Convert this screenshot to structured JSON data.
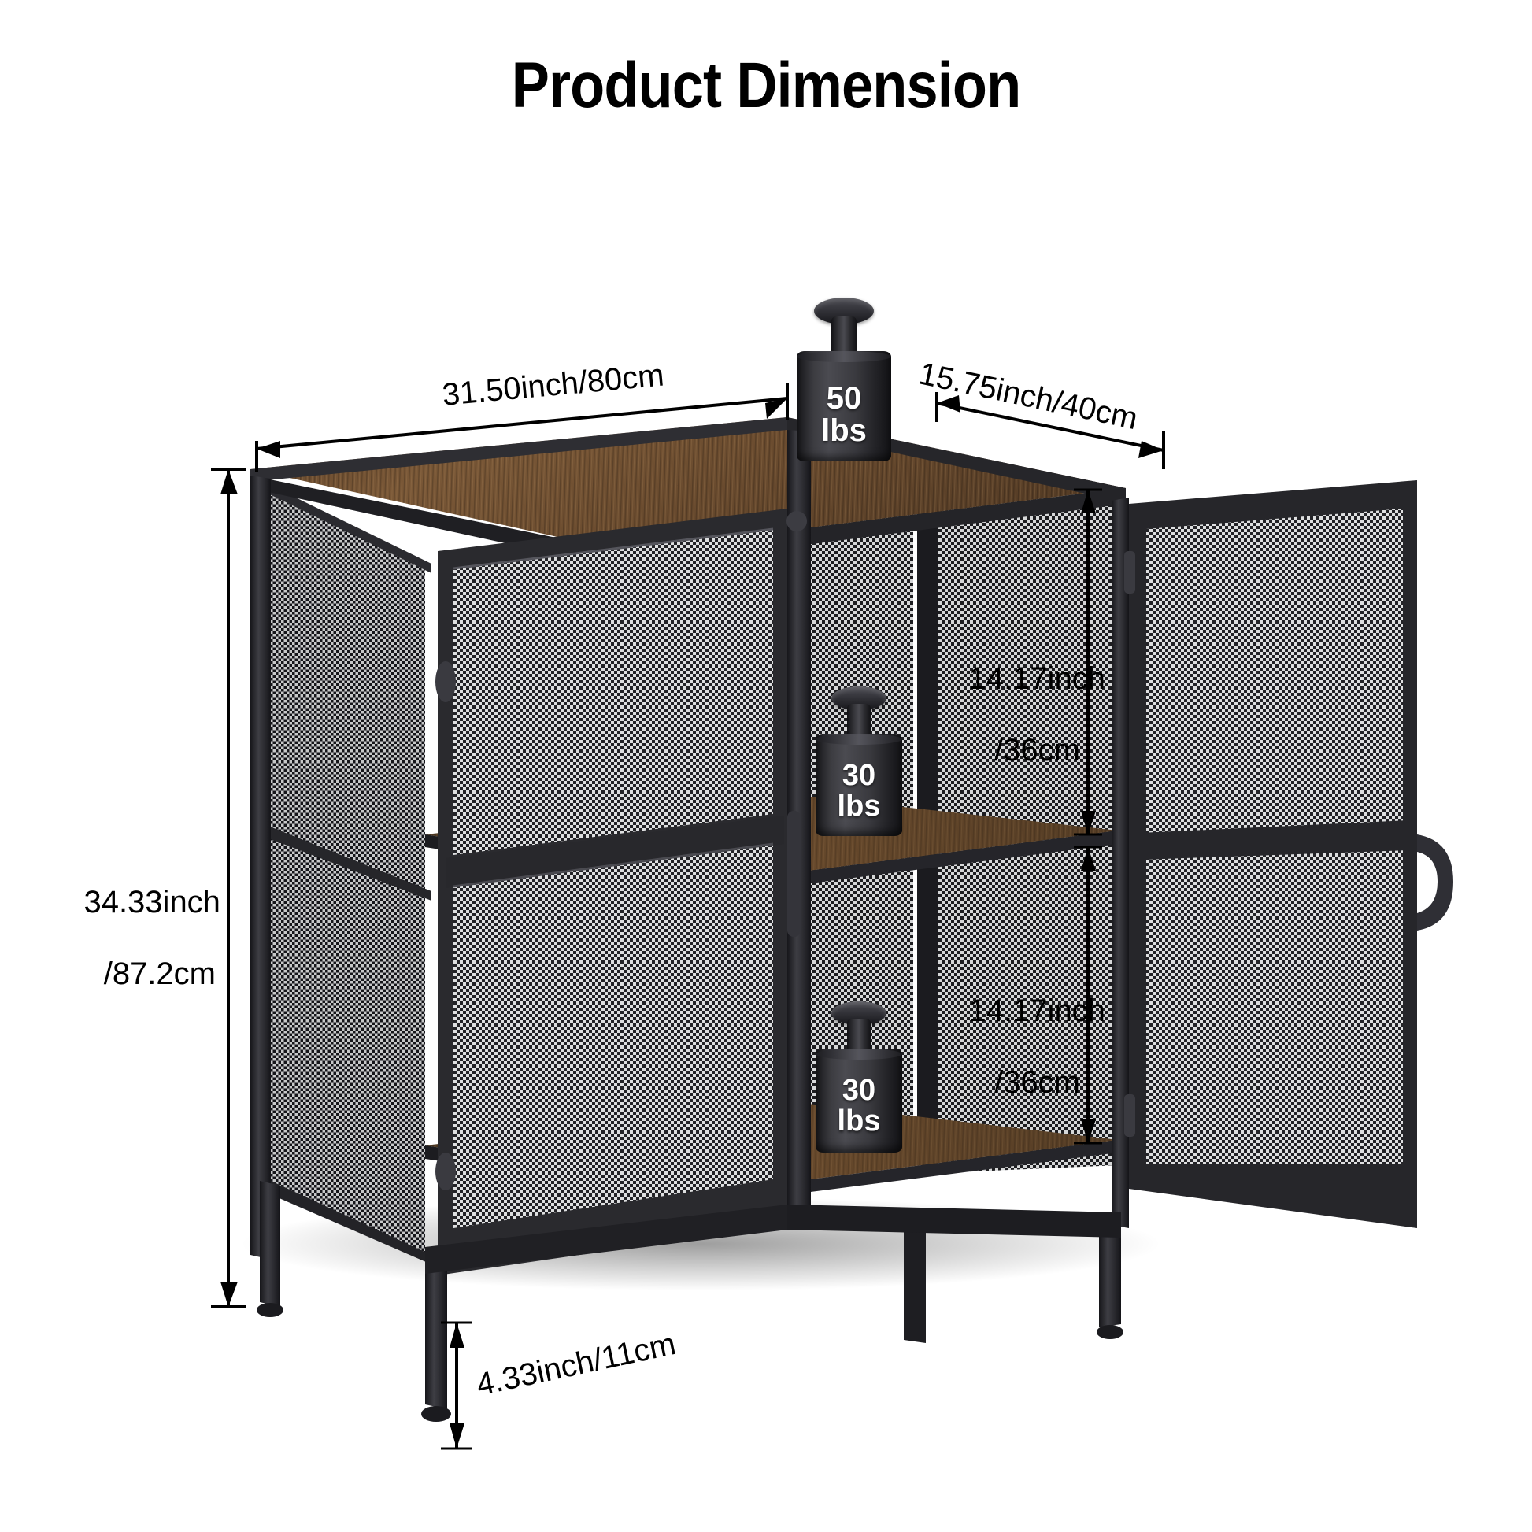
{
  "page": {
    "title": "Product Dimension",
    "background": "#ffffff"
  },
  "colors": {
    "text": "#000000",
    "frame": "#26262a",
    "wood": "#6d4f33",
    "wood_dark": "#4a361f",
    "mesh": "#d9dadb",
    "weight_label": "#ffffff"
  },
  "dimensions": {
    "width": {
      "label": "31.50inch/80cm",
      "name": "width-dimension"
    },
    "depth": {
      "label": "15.75inch/40cm",
      "name": "depth-dimension"
    },
    "height": {
      "line1": "34.33inch",
      "line2": "/87.2cm",
      "name": "height-dimension"
    },
    "shelf_upper": {
      "line1": "14.17inch",
      "line2": "/36cm",
      "name": "upper-compartment-dimension"
    },
    "shelf_lower": {
      "line1": "14.17inch",
      "line2": "/36cm",
      "name": "lower-compartment-dimension"
    },
    "leg": {
      "label": "4.33inch/11cm",
      "name": "leg-height-dimension"
    }
  },
  "weights": [
    {
      "value": "50",
      "unit": "lbs",
      "location": "top-surface"
    },
    {
      "value": "30",
      "unit": "lbs",
      "location": "middle-shelf"
    },
    {
      "value": "30",
      "unit": "lbs",
      "location": "bottom-shelf"
    }
  ]
}
